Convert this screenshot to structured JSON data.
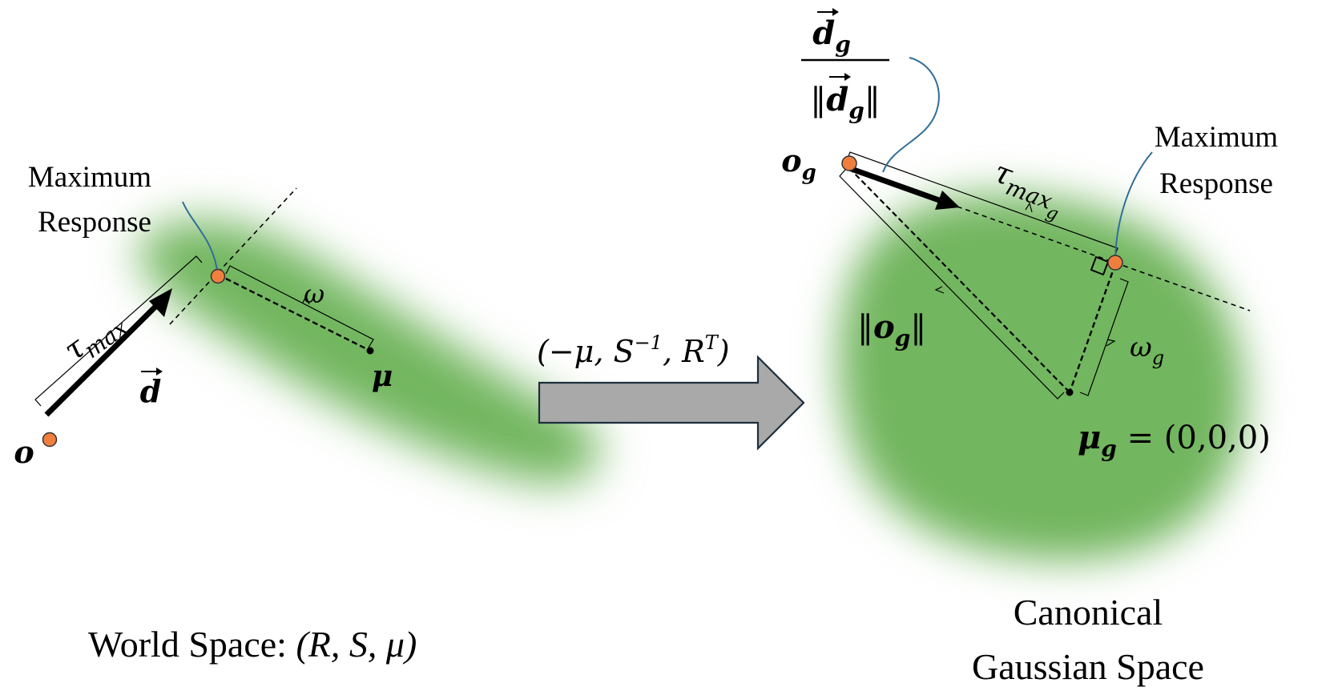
{
  "world": {
    "max_response_line1": "Maximum",
    "max_response_line2": "Response",
    "tau": "τ",
    "tau_sub": "max",
    "omega": "ω",
    "mu": "μ",
    "d": "d",
    "o": "o",
    "caption_prefix": "World Space: ",
    "caption_params": "(R, S, μ)"
  },
  "transform": {
    "label_open": "(−μ, S",
    "label_sup1": "−1",
    "label_mid": ", R",
    "label_sup2": "T",
    "label_close": ")"
  },
  "canonical": {
    "max_response_line1": "Maximum",
    "max_response_line2": "Response",
    "dg_num": "d",
    "dg_sub": "g",
    "dg_den_open": "‖",
    "dg_den_d": "d",
    "dg_den_sub": "g",
    "dg_den_close": "‖",
    "og": "o",
    "og_sub": "g",
    "tau": "τ",
    "tau_sub": "max",
    "tau_subsub": "g",
    "norm_open": "‖",
    "norm_o": "o",
    "norm_sub": "g",
    "norm_close": "‖",
    "omega": "ω",
    "omega_sub": "g",
    "mu": "μ",
    "mu_sub": "g",
    "mu_value": " = (0,0,0)",
    "caption_line1": "Canonical",
    "caption_line2": "Gaussian Space"
  },
  "colors": {
    "gaussian": "#72b65f",
    "point": "#f07f3e",
    "callout": "#2f6e99",
    "arrow_fill": "#a9a9a9",
    "arrow_stroke": "#1d2f3e"
  }
}
